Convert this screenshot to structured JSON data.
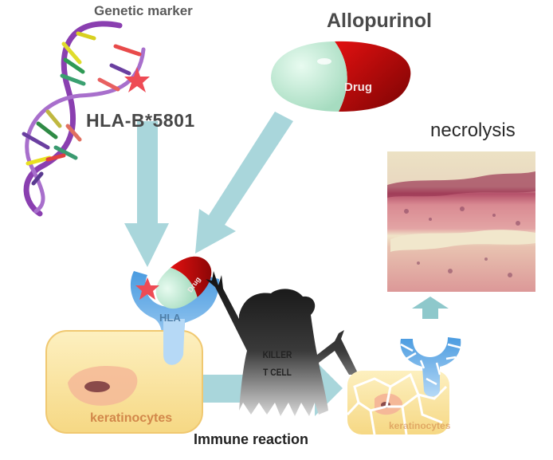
{
  "labels": {
    "genetic_marker": "Genetic marker",
    "hla_b_allele": "HLA-B*5801",
    "drug_name": "Allopurinol",
    "drug_capsule": "Drug",
    "drug_capsule_small": "Drug",
    "necrolysis": "necrolysis",
    "hla": "HLA",
    "killer_t_cell_line1": "KILLER",
    "killer_t_cell_line2": "T CELL",
    "keratinocytes": "keratinocytes",
    "keratinocytes_damaged": "keratinocytes",
    "immune_reaction": "Immune reaction"
  },
  "colors": {
    "arrow": "#a9d6db",
    "capsule_green": "#c2ecd6",
    "capsule_red": "#a30a0a",
    "hla_blue": "#4a9be0",
    "cell_fill": "#fbe39a",
    "nucleus": "#f5b898",
    "star": "#ee4b55",
    "dna_backbone": "#8a3fb0"
  }
}
